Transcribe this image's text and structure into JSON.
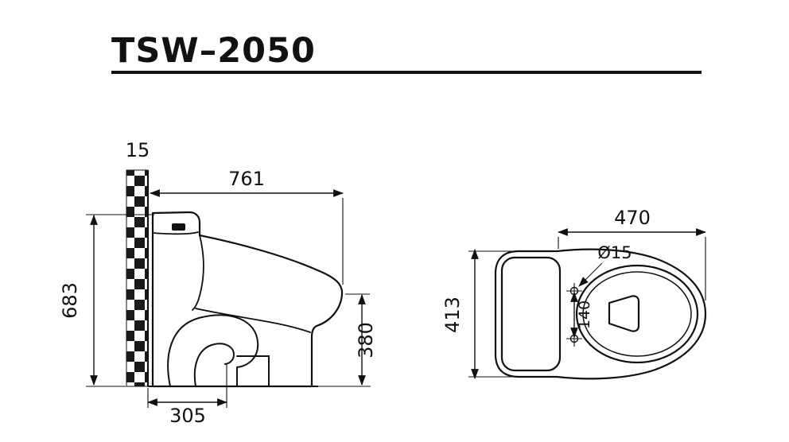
{
  "title": "TSW–2050",
  "colors": {
    "line": "#111111",
    "background": "#ffffff"
  },
  "side_view": {
    "wall_thickness": "15",
    "overall_depth": "761",
    "overall_height": "683",
    "bowl_height": "380",
    "outlet_distance": "305"
  },
  "top_view": {
    "bowl_length": "470",
    "hole_diameter": "Ø15",
    "hole_spacing": "140",
    "overall_width": "413"
  }
}
